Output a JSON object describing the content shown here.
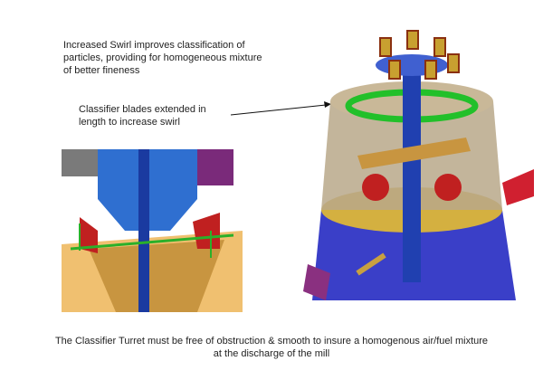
{
  "annotations": {
    "swirl_note": "Increased Swirl improves classification of particles, providing for homogeneous mixture of better fineness",
    "blades_note": "Classifier blades extended in length to increase swirl",
    "turret_note": "The Classifier Turret must be free of obstruction & smooth to insure a homogenous air/fuel mixture at the discharge of the mill"
  },
  "colors": {
    "text": "#222222",
    "mill_blue": "#3a3fc8",
    "classifier_green": "#22c02a",
    "cone_tan": "#c8a040"
  }
}
